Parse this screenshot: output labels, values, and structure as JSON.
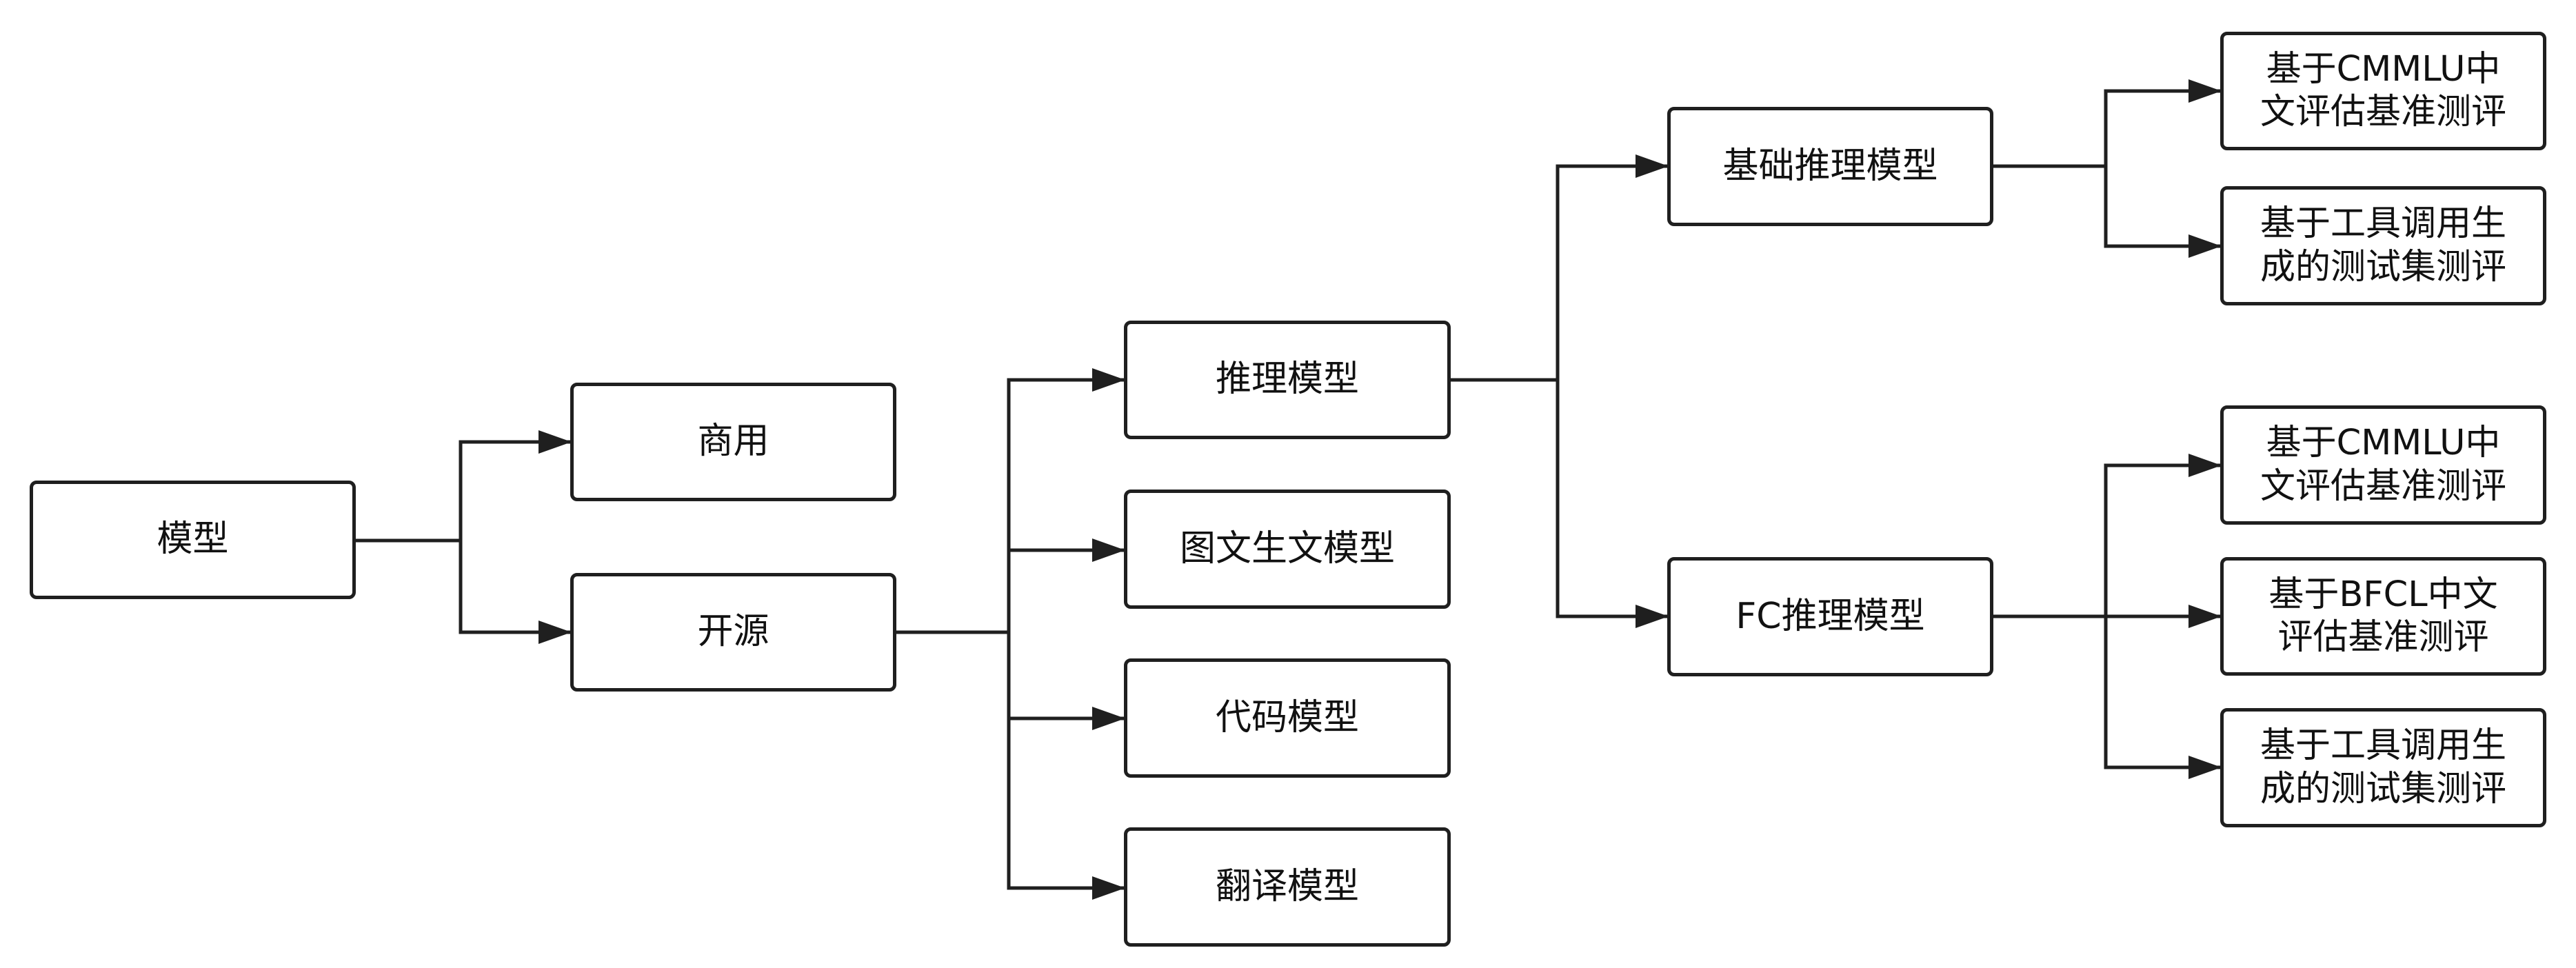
{
  "diagram": {
    "type": "tree",
    "root": "模型",
    "level1": [
      "商用",
      "开源"
    ],
    "level2": [
      "推理模型",
      "图文生文模型",
      "代码模型",
      "翻译模型"
    ],
    "level3": [
      "基础推理模型",
      "FC推理模型"
    ],
    "leaves_basic": [
      "基于CMMLU中\n文评估基准测评",
      "基于工具调用生\n成的测试集测评"
    ],
    "leaves_fc": [
      "基于CMMLU中\n文评估基准测评",
      "基于BFCL中文\n评估基准测评",
      "基于工具调用生\n成的测试集测评"
    ],
    "edges": [
      [
        "模型",
        "商用"
      ],
      [
        "模型",
        "开源"
      ],
      [
        "开源",
        "推理模型"
      ],
      [
        "开源",
        "图文生文模型"
      ],
      [
        "开源",
        "代码模型"
      ],
      [
        "开源",
        "翻译模型"
      ],
      [
        "推理模型",
        "基础推理模型"
      ],
      [
        "推理模型",
        "FC推理模型"
      ],
      [
        "基础推理模型",
        "基于CMMLU中文评估基准测评"
      ],
      [
        "基础推理模型",
        "基于工具调用生成的测试集测评"
      ],
      [
        "FC推理模型",
        "基于CMMLU中文评估基准测评"
      ],
      [
        "FC推理模型",
        "基于BFCL中文评估基准测评"
      ],
      [
        "FC推理模型",
        "基于工具调用生成的测试集测评"
      ]
    ],
    "colors": {
      "line": "#1f1f1f",
      "box_border": "#1f1f1f",
      "box_fill": "#ffffff",
      "text": "#111111"
    }
  }
}
